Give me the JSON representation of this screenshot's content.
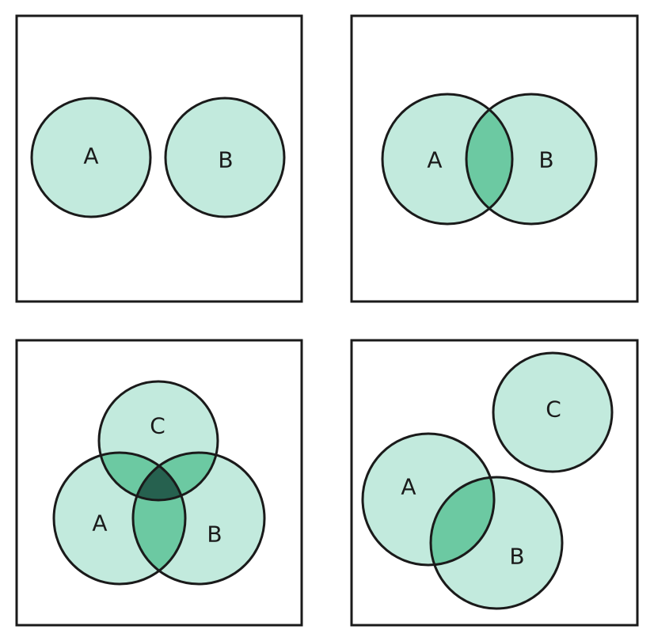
{
  "colors": {
    "light": "#c2eadd",
    "medium": "#6cc9a2",
    "dark": "#26614f",
    "stroke": "#1a1a1a",
    "background": "#ffffff"
  },
  "panels": [
    {
      "id": "disjoint-two",
      "sets": [
        {
          "label": "A"
        },
        {
          "label": "B"
        }
      ]
    },
    {
      "id": "overlap-two",
      "sets": [
        {
          "label": "A"
        },
        {
          "label": "B"
        }
      ]
    },
    {
      "id": "overlap-three",
      "sets": [
        {
          "label": "C"
        },
        {
          "label": "A"
        },
        {
          "label": "B"
        }
      ]
    },
    {
      "id": "overlap-two-plus-disjoint",
      "sets": [
        {
          "label": "C"
        },
        {
          "label": "A"
        },
        {
          "label": "B"
        }
      ]
    }
  ]
}
